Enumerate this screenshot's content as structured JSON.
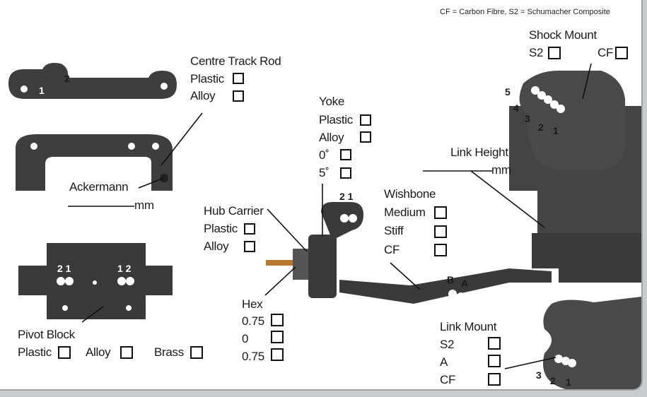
{
  "legend_note": "CF = Carbon Fibre, S2 = Schumacher Composite",
  "centre_track_rod": {
    "title": "Centre Track Rod",
    "opt1": "Plastic",
    "opt2": "Alloy",
    "hole1": "1",
    "hole2": "2"
  },
  "ackermann": {
    "label": "Ackermann",
    "unit": "mm"
  },
  "pivot_block": {
    "title": "Pivot Block",
    "opt1": "Plastic",
    "opt2": "Alloy",
    "opt3": "Brass",
    "left_marks": "2 1",
    "right_marks": "1 2"
  },
  "hub_carrier": {
    "title": "Hub Carrier",
    "opt1": "Plastic",
    "opt2": "Alloy"
  },
  "yoke": {
    "title": "Yoke",
    "opt1": "Plastic",
    "opt2": "Alloy",
    "opt3": "0˚",
    "opt4": "5˚",
    "marks": "2 1"
  },
  "hex": {
    "title": "Hex",
    "opt1": "0.75",
    "opt2": "0",
    "opt3": "0.75"
  },
  "wishbone": {
    "title": "Wishbone",
    "opt1": "Medium",
    "opt2": "Stiff",
    "opt3": "CF",
    "mark_b": "B",
    "mark_a": "A"
  },
  "shock_mount": {
    "title": "Shock Mount",
    "opt1": "S2",
    "opt2": "CF",
    "holes": [
      "5",
      "4",
      "3",
      "2",
      "1"
    ]
  },
  "link_height": {
    "title": "Link Height",
    "unit": "mm"
  },
  "link_mount": {
    "title": "Link Mount",
    "opt1": "S2",
    "opt2": "A",
    "opt3": "CF",
    "holes": [
      "3",
      "2",
      "1"
    ]
  }
}
